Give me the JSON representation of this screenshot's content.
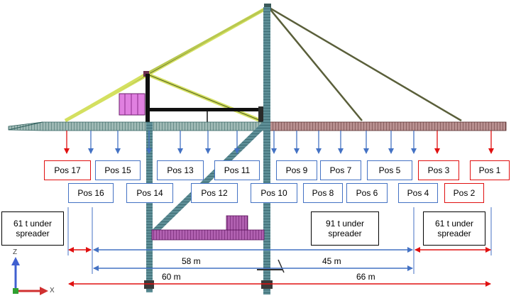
{
  "colors": {
    "blue_box": "#4472c4",
    "red_box": "#e01010",
    "boom_yellow": "#d4e060",
    "girder_teal": "#4a7a78",
    "girder_brown": "#6e4040",
    "leg_teal": "#2f6f7a",
    "trolley_pink": "#e080e0",
    "portal_magenta": "#8a2a8a",
    "tie_olive": "#5a5f3a"
  },
  "positions": [
    {
      "label": "Pos 1",
      "color": "red"
    },
    {
      "label": "Pos 2",
      "color": "red"
    },
    {
      "label": "Pos 3",
      "color": "red"
    },
    {
      "label": "Pos 4",
      "color": "blue"
    },
    {
      "label": "Pos 5",
      "color": "blue"
    },
    {
      "label": "Pos 6",
      "color": "blue"
    },
    {
      "label": "Pos 7",
      "color": "blue"
    },
    {
      "label": "Pos 8",
      "color": "blue"
    },
    {
      "label": "Pos 9",
      "color": "blue"
    },
    {
      "label": "Pos 10",
      "color": "blue"
    },
    {
      "label": "Pos 11",
      "color": "blue"
    },
    {
      "label": "Pos 12",
      "color": "blue"
    },
    {
      "label": "Pos 13",
      "color": "blue"
    },
    {
      "label": "Pos 14",
      "color": "blue"
    },
    {
      "label": "Pos 15",
      "color": "blue"
    },
    {
      "label": "Pos 16",
      "color": "blue"
    },
    {
      "label": "Pos 17",
      "color": "red"
    }
  ],
  "loads": {
    "left": "61 t under spreader",
    "center": "91 t under spreader",
    "right": "61 t under spreader"
  },
  "dimensions": {
    "d58": "58 m",
    "d45": "45 m",
    "d60": "60 m",
    "d66": "66 m"
  },
  "axes": {
    "z": "Z",
    "x": "X"
  }
}
